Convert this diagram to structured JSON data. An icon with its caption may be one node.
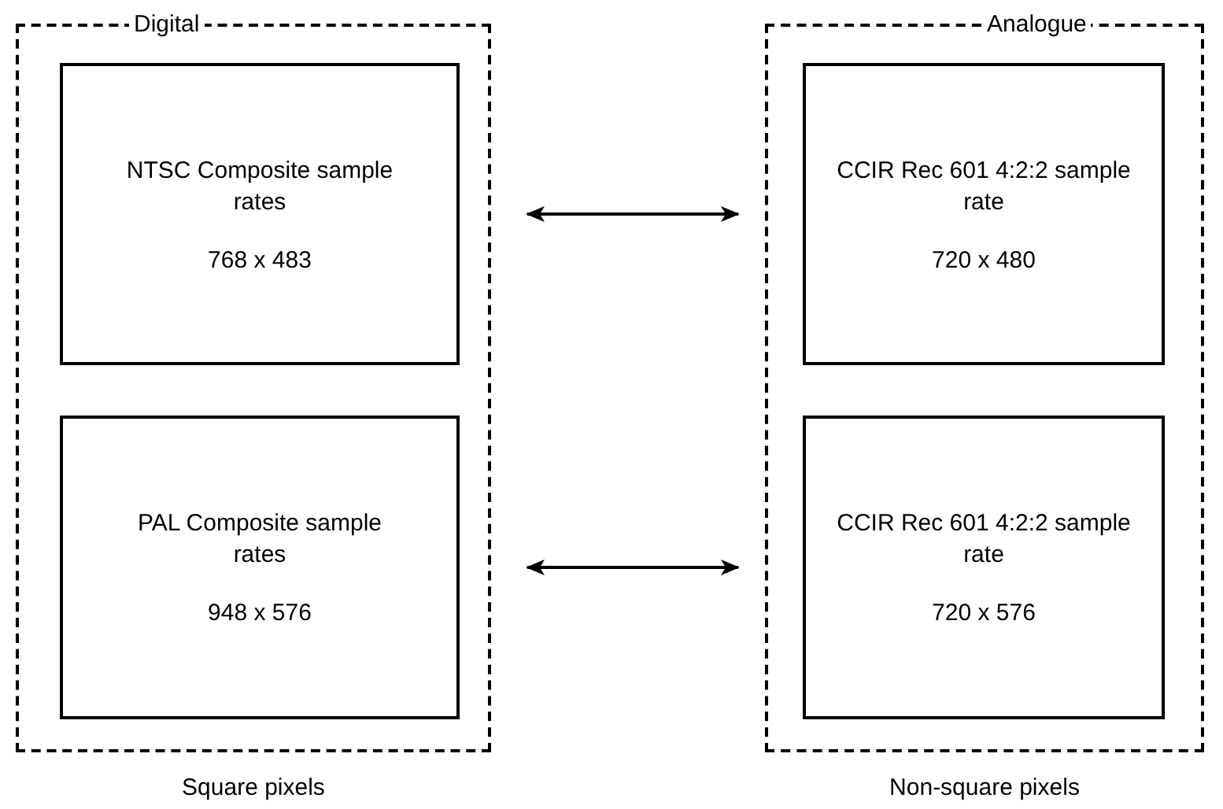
{
  "diagram": {
    "nodes": [
      {
        "text": [
          "Digital"
        ],
        "beside": [
          "Square pixels"
        ]
      },
      {
        "text": [
          "NTSC Composite sample rates",
          "768 x 483"
        ],
        "in": 0
      },
      {
        "text": [
          "PAL Composite sample rates",
          "948 x 576"
        ],
        "in": 0
      },
      {
        "text": [
          "Analogue"
        ],
        "beside": [
          "Non-square pixels"
        ]
      },
      {
        "text": [
          "CCIR Rec 601 4:2:2 sample rate",
          "720 x 480"
        ],
        "in": 3
      },
      {
        "text": [
          "CCIR Rec 601 4:2:2 sample rate",
          "720 x 576"
        ],
        "in": 3
      }
    ],
    "edges": [
      {
        "from": 1,
        "to": 4,
        "arrow": "both"
      },
      {
        "from": 2,
        "to": 5,
        "arrow": "both"
      }
    ]
  }
}
